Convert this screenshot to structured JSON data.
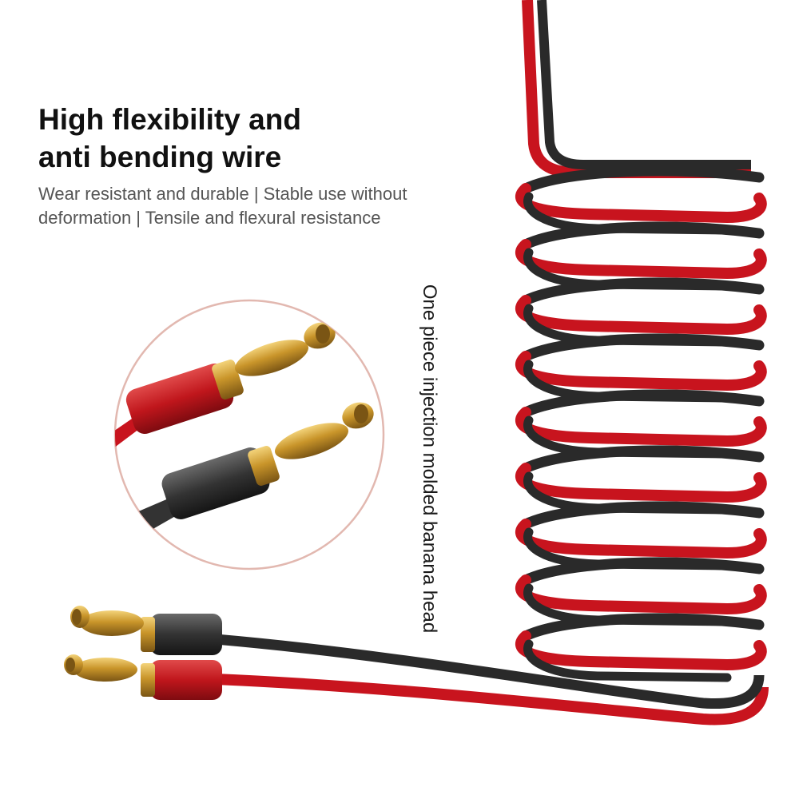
{
  "headline": {
    "line1": "High flexibility and",
    "line2": "anti bending wire"
  },
  "subheadline": {
    "line1": "Wear resistant and durable | Stable use without",
    "line2": "deformation | Tensile and flexural resistance"
  },
  "side_caption": "One piece injection molded banana head",
  "colors": {
    "red_wire": "#c8141e",
    "black_wire": "#2a2a2a",
    "brass": "#c9952a",
    "circle_border": "#e2b8b0",
    "headline": "#111111",
    "subtext": "#555555"
  },
  "illustration": {
    "coil_turns": 9,
    "magnified_plugs": [
      "red-banana-plug",
      "black-banana-plug"
    ],
    "cable_end_plugs": [
      "black-banana-plug",
      "red-banana-plug"
    ]
  }
}
